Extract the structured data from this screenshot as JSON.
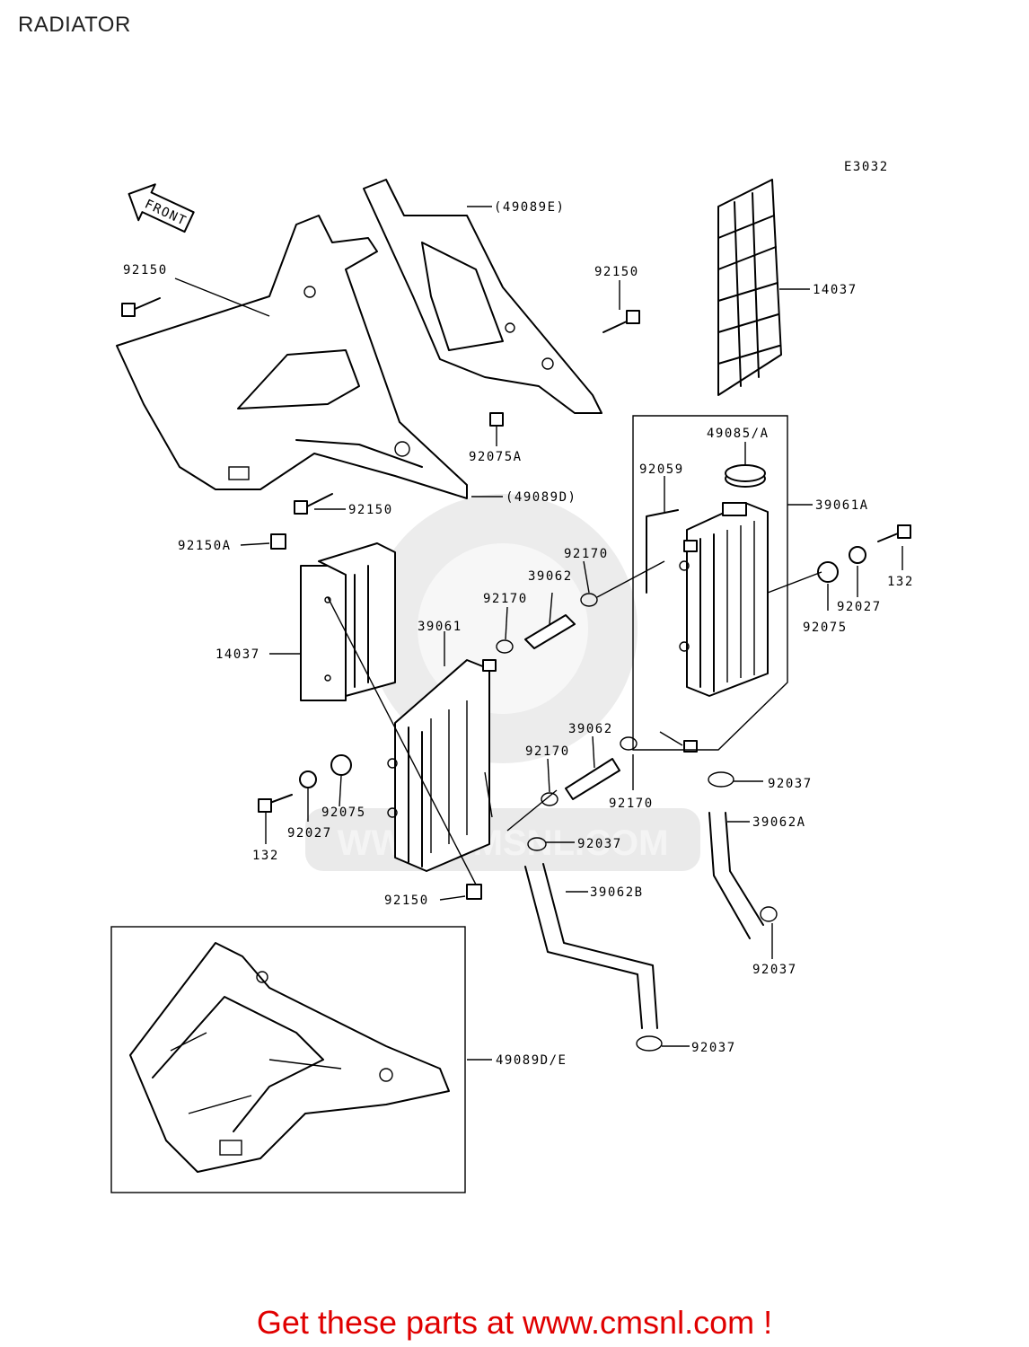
{
  "header": {
    "title": "RADIATOR"
  },
  "diagram": {
    "code": "E3032",
    "front_label": "FRONT",
    "callouts": [
      {
        "id": "c1",
        "text": "92150"
      },
      {
        "id": "c2",
        "text": "(49089E)"
      },
      {
        "id": "c3",
        "text": "92150"
      },
      {
        "id": "c4",
        "text": "14037"
      },
      {
        "id": "c5",
        "text": "92075A"
      },
      {
        "id": "c6",
        "text": "49085/A"
      },
      {
        "id": "c7",
        "text": "92059"
      },
      {
        "id": "c8",
        "text": "(49089D)"
      },
      {
        "id": "c9",
        "text": "92150"
      },
      {
        "id": "c10",
        "text": "39061A"
      },
      {
        "id": "c11",
        "text": "92150A"
      },
      {
        "id": "c12",
        "text": "92170"
      },
      {
        "id": "c13",
        "text": "39062"
      },
      {
        "id": "c14",
        "text": "92170"
      },
      {
        "id": "c15",
        "text": "132"
      },
      {
        "id": "c16",
        "text": "92027"
      },
      {
        "id": "c17",
        "text": "92075"
      },
      {
        "id": "c18",
        "text": "39061"
      },
      {
        "id": "c19",
        "text": "14037"
      },
      {
        "id": "c20",
        "text": "39062"
      },
      {
        "id": "c21",
        "text": "92170"
      },
      {
        "id": "c22",
        "text": "92037"
      },
      {
        "id": "c23",
        "text": "92075"
      },
      {
        "id": "c24",
        "text": "92170"
      },
      {
        "id": "c25",
        "text": "39062A"
      },
      {
        "id": "c26",
        "text": "92027"
      },
      {
        "id": "c27",
        "text": "92037"
      },
      {
        "id": "c28",
        "text": "132"
      },
      {
        "id": "c29",
        "text": "92150"
      },
      {
        "id": "c30",
        "text": "39062B"
      },
      {
        "id": "c31",
        "text": "92037"
      },
      {
        "id": "c32",
        "text": "49089D/E"
      },
      {
        "id": "c33",
        "text": "92037"
      }
    ]
  },
  "watermark": {
    "text": "WWW.CMSNL.COM"
  },
  "footer": {
    "banner": "Get these parts at www.cmsnl.com !"
  },
  "colors": {
    "banner": "#e00000",
    "watermark": "#dcdcdc",
    "line": "#000000"
  }
}
